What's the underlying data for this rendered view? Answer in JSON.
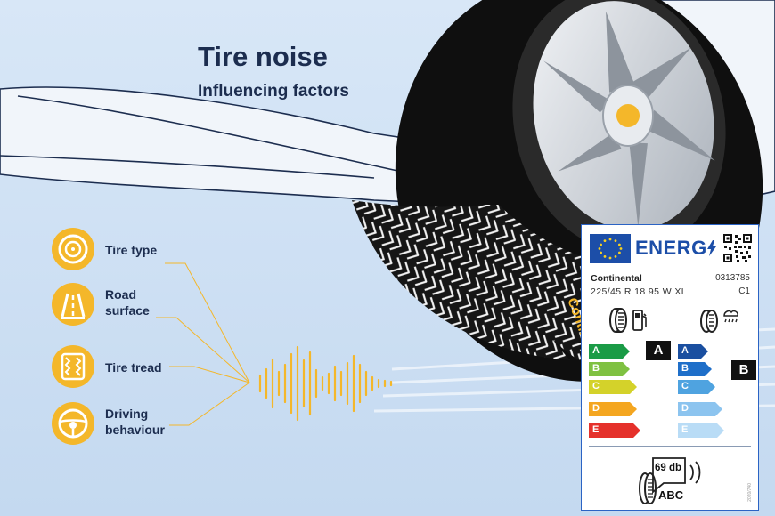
{
  "title": "Tire noise",
  "subtitle": "Influencing factors",
  "factors": [
    {
      "label_lines": [
        "Tire type"
      ],
      "icon": "tire-icon"
    },
    {
      "label_lines": [
        "Road",
        "surface"
      ],
      "icon": "road-icon"
    },
    {
      "label_lines": [
        "Tire tread"
      ],
      "icon": "tread-icon"
    },
    {
      "label_lines": [
        "Driving",
        "behaviour"
      ],
      "icon": "steering-wheel-icon"
    }
  ],
  "tire_brand_text": "Continental",
  "energy_label": {
    "header": "ENERG",
    "brand": "Continental",
    "code": "0313785",
    "size": "225/45 R 18 95 W XL",
    "tire_class": "C1",
    "scale": [
      "A",
      "B",
      "C",
      "D",
      "E"
    ],
    "fuel_rating": "A",
    "wet_grip_rating": "B",
    "noise_value": "69 db",
    "noise_class": "ABC",
    "noise_class_highlight": "A",
    "reg_text": "2020/740"
  },
  "colors": {
    "accent": "#f4b72a",
    "text_dark": "#1c2d4f",
    "eu_blue": "#1c4ea8",
    "fuel_scale": [
      "#1a9b46",
      "#7fc142",
      "#d4d22a",
      "#f4a620",
      "#e5312b"
    ],
    "wet_scale": [
      "#1a4fa0",
      "#1f6fc9",
      "#4fa3e0",
      "#8cc4ef",
      "#b9dcf6"
    ]
  }
}
